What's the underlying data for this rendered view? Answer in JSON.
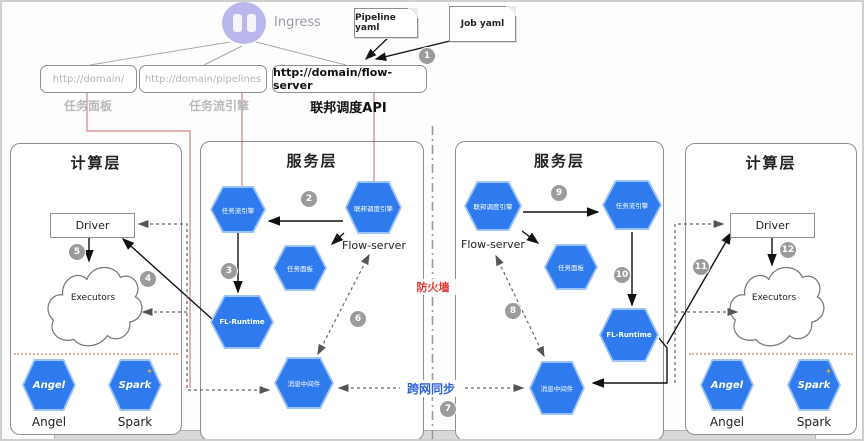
{
  "ingress": {
    "label": "Ingress"
  },
  "notes": {
    "pipeline": "Pipeline yaml",
    "job": "Job yaml"
  },
  "urls": {
    "panel": {
      "url": "http://domain/",
      "label": "任务面板"
    },
    "pipelines": {
      "url": "http://domain/pipelines",
      "label": "任务流引擎"
    },
    "flow_server": {
      "url": "http://domain/flow-server",
      "label": "联邦调度API"
    }
  },
  "panels": {
    "left_compute": {
      "title": "计算层",
      "driver": "Driver",
      "executors": "Executors",
      "angel_hex": "Angel",
      "angel_label": "Angel",
      "spark_hex": "Spark",
      "spark_label": "Spark"
    },
    "left_service": {
      "title": "服务层",
      "workflow_engine": "任务流引擎",
      "fed_scheduler": "联邦调度引擎",
      "task_panel": "任务面板",
      "fl_runtime": "FL-Runtime",
      "mq": "消息中间件",
      "flow_server": "Flow-server"
    },
    "right_service": {
      "title": "服务层",
      "fed_scheduler": "联邦调度引擎",
      "workflow_engine": "任务流引擎",
      "task_panel": "任务面板",
      "fl_runtime": "FL-Runtime",
      "mq": "消息中间件",
      "flow_server": "Flow-server"
    },
    "right_compute": {
      "title": "计算层",
      "driver": "Driver",
      "executors": "Executors",
      "angel_hex": "Angel",
      "angel_label": "Angel",
      "spark_hex": "Spark",
      "spark_label": "Spark"
    }
  },
  "divider": {
    "firewall": "防火墙",
    "cross_network_sync": "跨网同步"
  },
  "steps": [
    "1",
    "2",
    "3",
    "4",
    "5",
    "6",
    "7",
    "8",
    "9",
    "10",
    "11",
    "12"
  ],
  "colors": {
    "hex_fill": "#2f7bed",
    "hex_border": "#9cc3f8",
    "badge": "#9b9b9b",
    "red_line": "#b85450",
    "firewall_red": "#e53935",
    "sync_blue": "#2f62d8",
    "ingress_purple": "#b9b7ec"
  }
}
